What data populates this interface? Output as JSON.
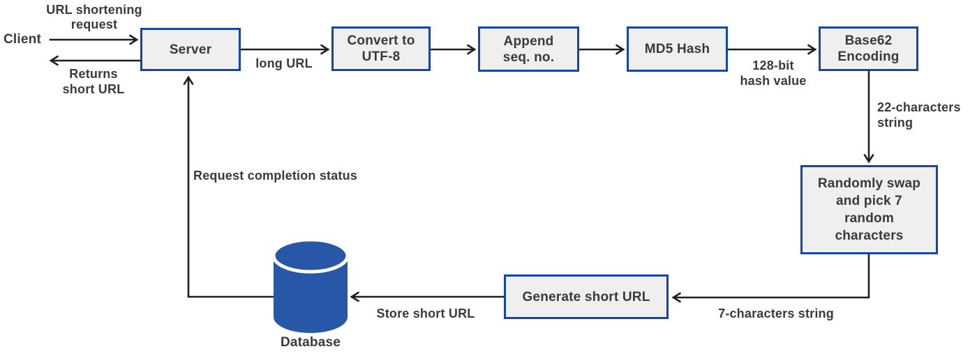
{
  "colors": {
    "line": "#1f1f1f",
    "text": "#3a3a3a",
    "box_border": "#1547a0",
    "box_fill": "#efefef",
    "database_fill": "#2857a7"
  },
  "nodes": {
    "client": {
      "label": "Client"
    },
    "server": {
      "label": "Server"
    },
    "convert_utf8": {
      "label": "Convert to\nUTF-8"
    },
    "append_seq": {
      "label": "Append\nseq. no."
    },
    "md5": {
      "label": "MD5 Hash"
    },
    "base62": {
      "label": "Base62\nEncoding"
    },
    "random_swap": {
      "label": "Randomly swap\nand pick 7\nrandom\ncharacters"
    },
    "generate_short_url": {
      "label": "Generate short URL"
    },
    "database": {
      "label": "Database"
    }
  },
  "edge_labels": {
    "url_shortening_request": "URL shortening\nrequest",
    "returns_short_url": "Returns\nshort URL",
    "long_url": "long URL",
    "hash_128bit": "128-bit\nhash value",
    "chars_22": "22-characters\nstring",
    "chars_7": "7-characters string",
    "store_short_url": "Store short URL",
    "request_completion_status": "Request completion status"
  }
}
